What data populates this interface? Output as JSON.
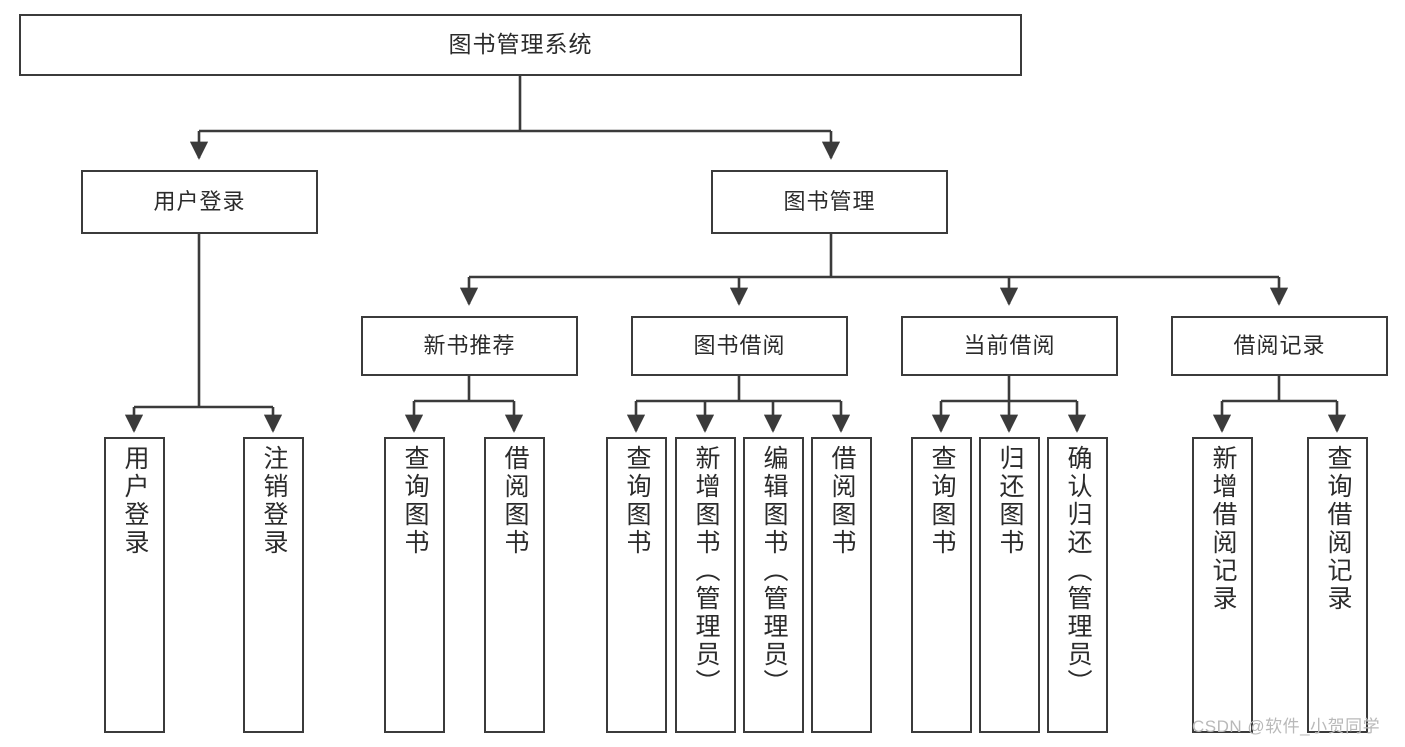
{
  "diagram": {
    "type": "hierarchy-tree",
    "title_node": {
      "id": "root",
      "label": "图书管理系统"
    },
    "level2": [
      {
        "id": "user-login",
        "label": "用户登录"
      },
      {
        "id": "book-management",
        "label": "图书管理"
      }
    ],
    "level3": [
      {
        "id": "new-book-recommend",
        "label": "新书推荐"
      },
      {
        "id": "book-borrow",
        "label": "图书借阅"
      },
      {
        "id": "current-borrow",
        "label": "当前借阅"
      },
      {
        "id": "borrow-record",
        "label": "借阅记录"
      }
    ],
    "leaves": [
      {
        "id": "leaf-user-login",
        "label": "用户登录",
        "parent": "user-login"
      },
      {
        "id": "leaf-logout",
        "label": "注销登录",
        "parent": "user-login"
      },
      {
        "id": "leaf-query-book-1",
        "label": "查询图书",
        "parent": "new-book-recommend"
      },
      {
        "id": "leaf-borrow-book-1",
        "label": "借阅图书",
        "parent": "new-book-recommend"
      },
      {
        "id": "leaf-query-book-2",
        "label": "查询图书",
        "parent": "book-borrow"
      },
      {
        "id": "leaf-add-book",
        "label": "新增图书（管理员）",
        "parent": "book-borrow"
      },
      {
        "id": "leaf-edit-book",
        "label": "编辑图书（管理员）",
        "parent": "book-borrow"
      },
      {
        "id": "leaf-borrow-book-2",
        "label": "借阅图书",
        "parent": "book-borrow"
      },
      {
        "id": "leaf-query-book-3",
        "label": "查询图书",
        "parent": "current-borrow"
      },
      {
        "id": "leaf-return-book",
        "label": "归还图书",
        "parent": "current-borrow"
      },
      {
        "id": "leaf-confirm-return",
        "label": "确认归还（管理员）",
        "parent": "current-borrow"
      },
      {
        "id": "leaf-add-record",
        "label": "新增借阅记录",
        "parent": "borrow-record"
      },
      {
        "id": "leaf-query-record",
        "label": "查询借阅记录",
        "parent": "borrow-record"
      }
    ],
    "colors": {
      "stroke": "#3b3b3b",
      "fill": "#ffffff",
      "text": "#2b2b2b",
      "watermark": "#b9b9b9"
    }
  },
  "watermark": {
    "text": "CSDN @软件_小贺同学"
  }
}
